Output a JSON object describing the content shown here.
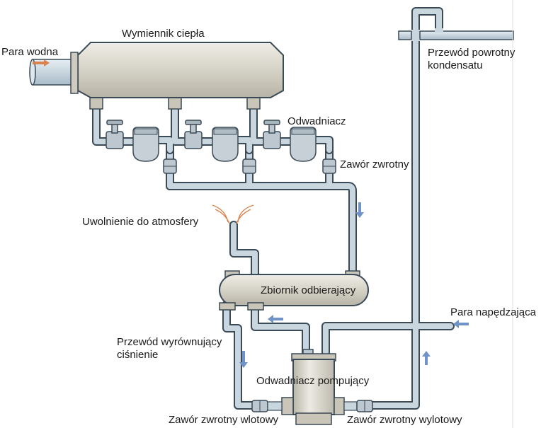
{
  "labels": {
    "steam_in": "Para wodna",
    "heat_exchanger": "Wymiennik ciepła",
    "condensate_return": "Przewód powrotny\nkondensatu",
    "steam_trap": "Odwadniacz",
    "check_valve": "Zawór zwrotny",
    "vent": "Uwolnienie do atmosfery",
    "receiver": "Zbiornik odbierający",
    "motive_steam": "Para napędzająca",
    "equalizing_line": "Przewód wyrównujący\nciśnienie",
    "pumping_trap": "Odwadniacz pompujący",
    "inlet_check_valve": "Zawór zwrotny wlotowy",
    "outlet_check_valve": "Zawór zwrotny wylotowy"
  },
  "colors": {
    "pipe_fill": "#c9d6de",
    "pipe_outline": "#3a4a57",
    "vessel_fill": "#d9d6cc",
    "flow_arrow": "#6f93c6",
    "steam_arrow": "#d9824f",
    "vent_wisp": "#d9824f"
  }
}
